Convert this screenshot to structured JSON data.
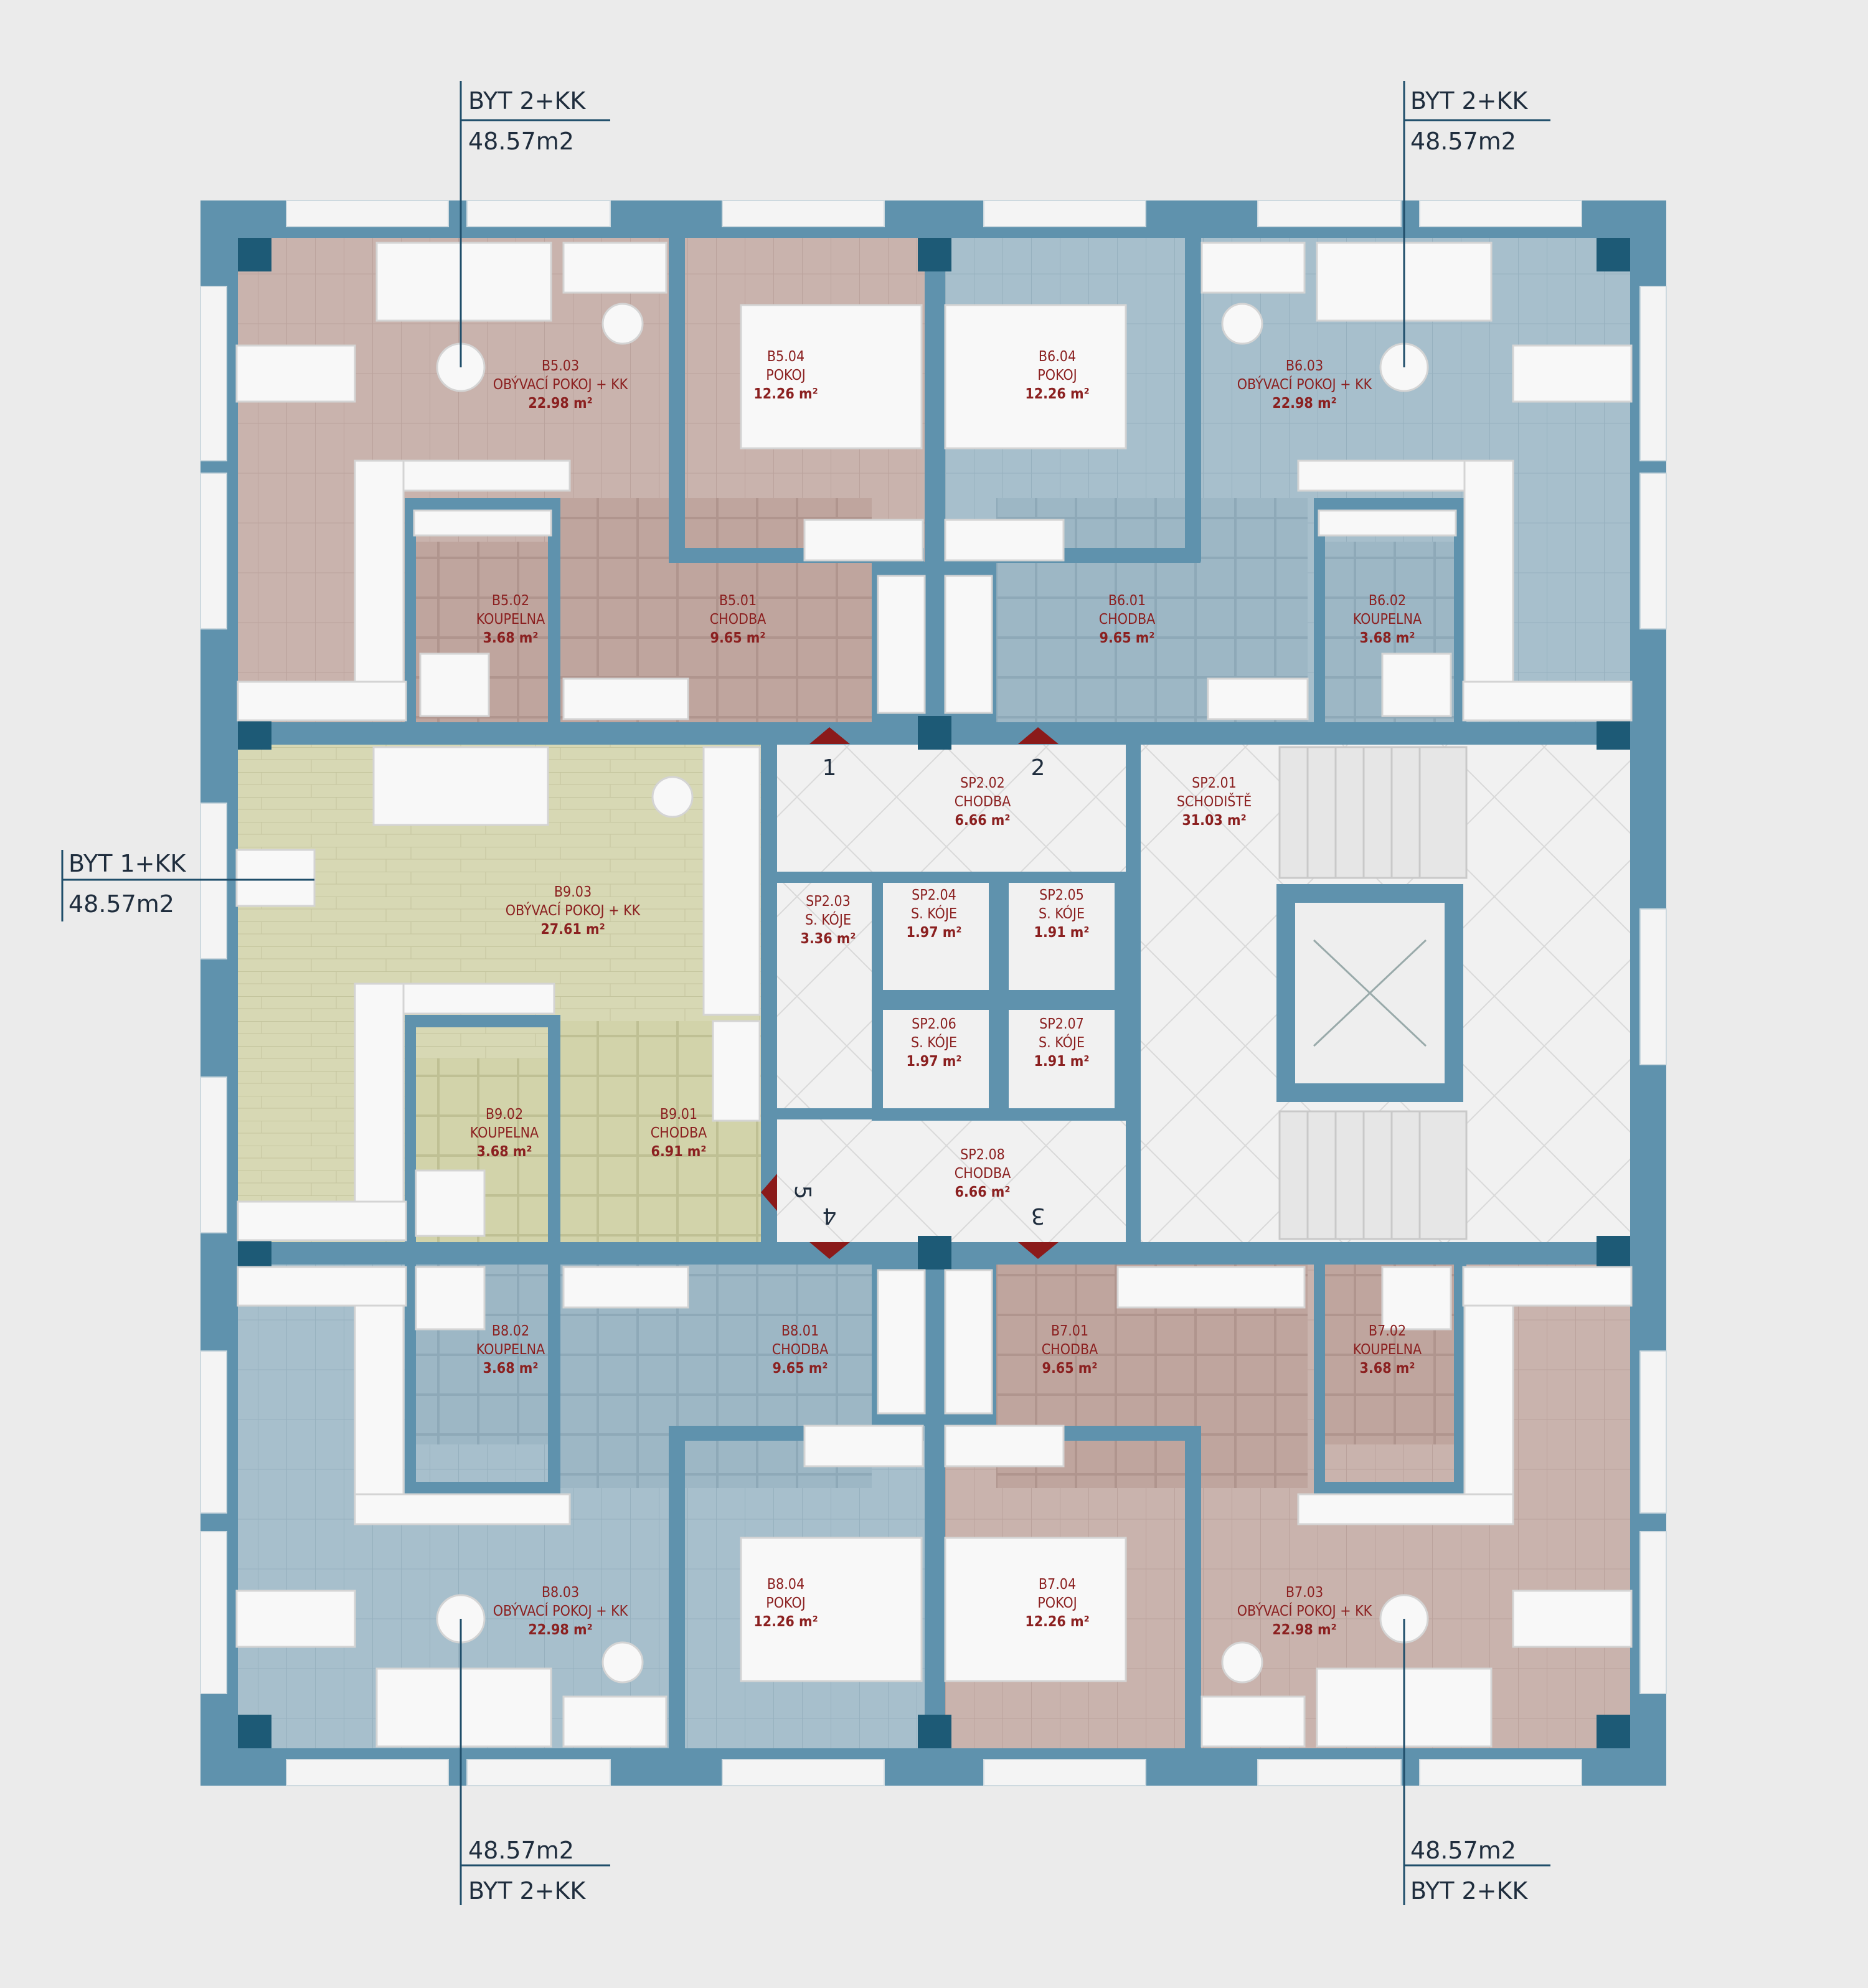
{
  "colors": {
    "background": "#ebebeb",
    "wall": "#5f92ad",
    "wall_dark": "#1d5a76",
    "pink_floor": "#c9b3ad",
    "blue_floor": "#a7bfcc",
    "green_floor": "#d7d8b4",
    "common_floor": "#f1f1f1",
    "furniture": "#f7f7f7",
    "label": "#8b2020",
    "arrow": "#8b1a1a",
    "callout": "#1f4e6a"
  },
  "callouts": [
    {
      "type": "BYT 2+KK",
      "area": "48.57m2"
    },
    {
      "type": "BYT 2+KK",
      "area": "48.57m2"
    },
    {
      "type": "BYT 1+KK",
      "area": "48.57m2"
    },
    {
      "type": "BYT 2+KK",
      "area": "48.57m2"
    },
    {
      "type": "BYT 2+KK",
      "area": "48.57m2"
    }
  ],
  "rooms": [
    {
      "code": "B5.03",
      "name": "OBÝVACÍ POKOJ + KK",
      "area": "22.98 m²"
    },
    {
      "code": "B5.04",
      "name": "POKOJ",
      "area": "12.26 m²"
    },
    {
      "code": "B6.04",
      "name": "POKOJ",
      "area": "12.26 m²"
    },
    {
      "code": "B6.03",
      "name": "OBÝVACÍ POKOJ + KK",
      "area": "22.98 m²"
    },
    {
      "code": "B5.02",
      "name": "KOUPELNA",
      "area": "3.68 m²"
    },
    {
      "code": "B5.01",
      "name": "CHODBA",
      "area": "9.65 m²"
    },
    {
      "code": "B6.01",
      "name": "CHODBA",
      "area": "9.65 m²"
    },
    {
      "code": "B6.02",
      "name": "KOUPELNA",
      "area": "3.68 m²"
    },
    {
      "code": "SP2.02",
      "name": "CHODBA",
      "area": "6.66 m²"
    },
    {
      "code": "SP2.01",
      "name": "SCHODIŠTĚ",
      "area": "31.03 m²"
    },
    {
      "code": "B9.03",
      "name": "OBÝVACÍ POKOJ + KK",
      "area": "27.61 m²"
    },
    {
      "code": "SP2.03",
      "name": "S. KÓJE",
      "area": "3.36 m²"
    },
    {
      "code": "SP2.04",
      "name": "S. KÓJE",
      "area": "1.97 m²"
    },
    {
      "code": "SP2.05",
      "name": "S. KÓJE",
      "area": "1.91 m²"
    },
    {
      "code": "SP2.06",
      "name": "S. KÓJE",
      "area": "1.97 m²"
    },
    {
      "code": "SP2.07",
      "name": "S. KÓJE",
      "area": "1.91 m²"
    },
    {
      "code": "B9.02",
      "name": "KOUPELNA",
      "area": "3.68 m²"
    },
    {
      "code": "B9.01",
      "name": "CHODBA",
      "area": "6.91 m²"
    },
    {
      "code": "SP2.08",
      "name": "CHODBA",
      "area": "6.66 m²"
    },
    {
      "code": "B8.02",
      "name": "KOUPELNA",
      "area": "3.68 m²"
    },
    {
      "code": "B8.01",
      "name": "CHODBA",
      "area": "9.65 m²"
    },
    {
      "code": "B7.01",
      "name": "CHODBA",
      "area": "9.65 m²"
    },
    {
      "code": "B7.02",
      "name": "KOUPELNA",
      "area": "3.68 m²"
    },
    {
      "code": "B8.03",
      "name": "OBÝVACÍ POKOJ + KK",
      "area": "22.98 m²"
    },
    {
      "code": "B8.04",
      "name": "POKOJ",
      "area": "12.26 m²"
    },
    {
      "code": "B7.04",
      "name": "POKOJ",
      "area": "12.26 m²"
    },
    {
      "code": "B7.03",
      "name": "OBÝVACÍ POKOJ + KK",
      "area": "22.98 m²"
    }
  ],
  "entrances": [
    "1",
    "2",
    "3",
    "4",
    "5"
  ]
}
